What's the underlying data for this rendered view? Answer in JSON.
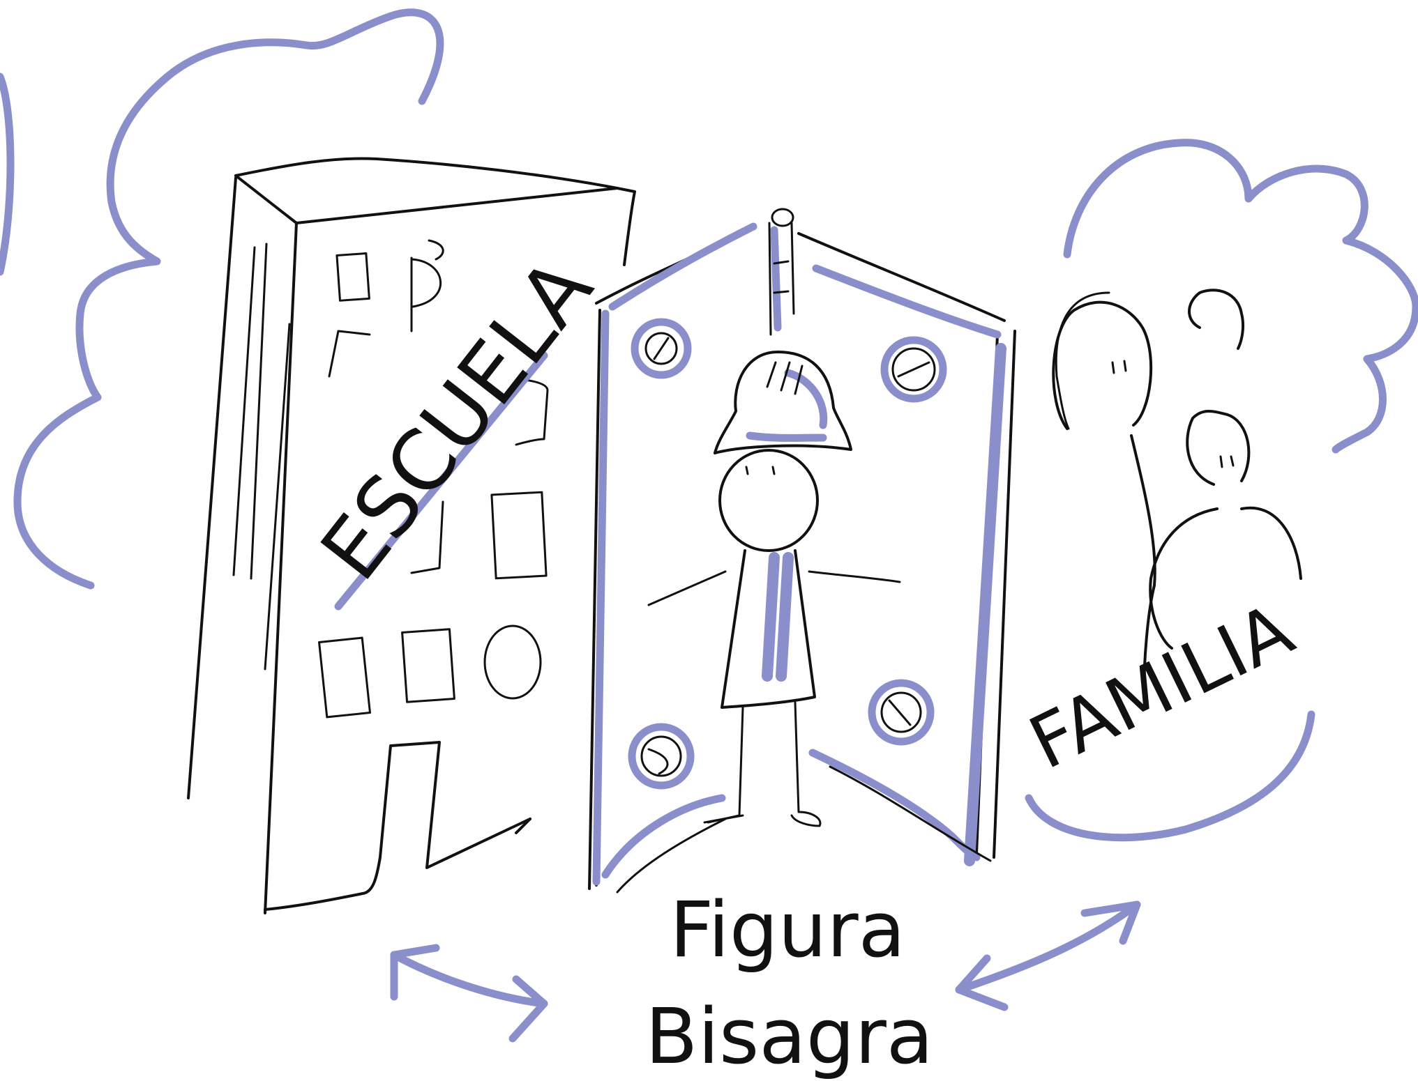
{
  "colors": {
    "ink": "#111111",
    "highlight": "#8a8fcc",
    "background": "#ffffff"
  },
  "labels": {
    "school": "ESCUELA",
    "family": "FAMILIA",
    "hinge_line1": "Figura",
    "hinge_line2": "Bisagra"
  },
  "icons": {
    "school": "school-building-icon",
    "hinge_door": "hinge-door-icon",
    "person": "person-with-helmet-icon",
    "family": "family-figures-icon",
    "arrow_left": "double-arrow-icon",
    "arrow_right": "double-arrow-icon",
    "cloud_left": "cloud-icon",
    "cloud_right": "cloud-icon"
  }
}
